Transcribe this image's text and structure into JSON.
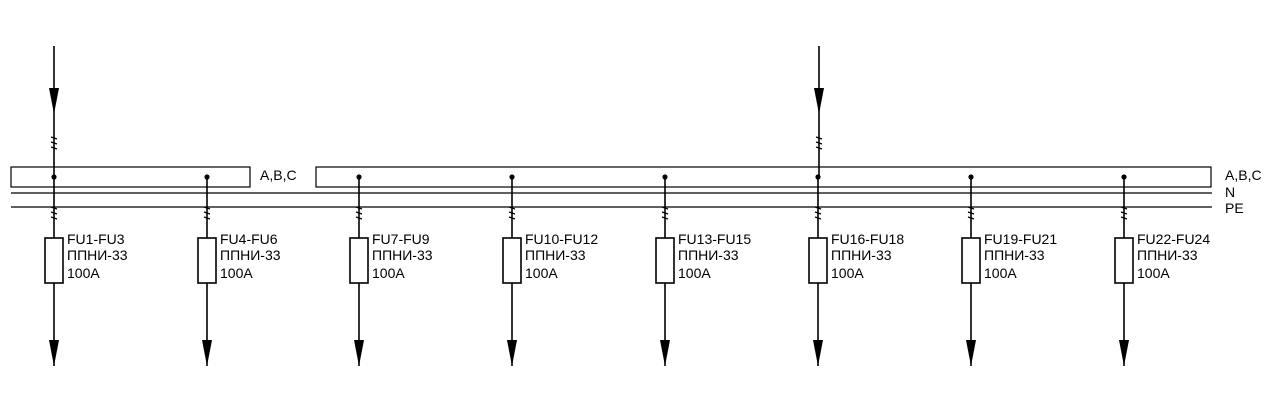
{
  "buses": {
    "phase_label_left": "A,B,C",
    "phase_label_right": "A,B,C",
    "neutral_label": "N",
    "pe_label": "PE"
  },
  "feeders": [
    {
      "designation": "FU1-FU3",
      "fuse_type": "ППНИ-33",
      "rating": "100А"
    },
    {
      "designation": "FU4-FU6",
      "fuse_type": "ППНИ-33",
      "rating": "100А"
    },
    {
      "designation": "FU7-FU9",
      "fuse_type": "ППНИ-33",
      "rating": "100А"
    },
    {
      "designation": "FU10-FU12",
      "fuse_type": "ППНИ-33",
      "rating": "100А"
    },
    {
      "designation": "FU13-FU15",
      "fuse_type": "ППНИ-33",
      "rating": "100А"
    },
    {
      "designation": "FU16-FU18",
      "fuse_type": "ППНИ-33",
      "rating": "100А"
    },
    {
      "designation": "FU19-FU21",
      "fuse_type": "ППНИ-33",
      "rating": "100А"
    },
    {
      "designation": "FU22-FU24",
      "fuse_type": "ППНИ-33",
      "rating": "100А"
    }
  ],
  "inputs_count": 2
}
